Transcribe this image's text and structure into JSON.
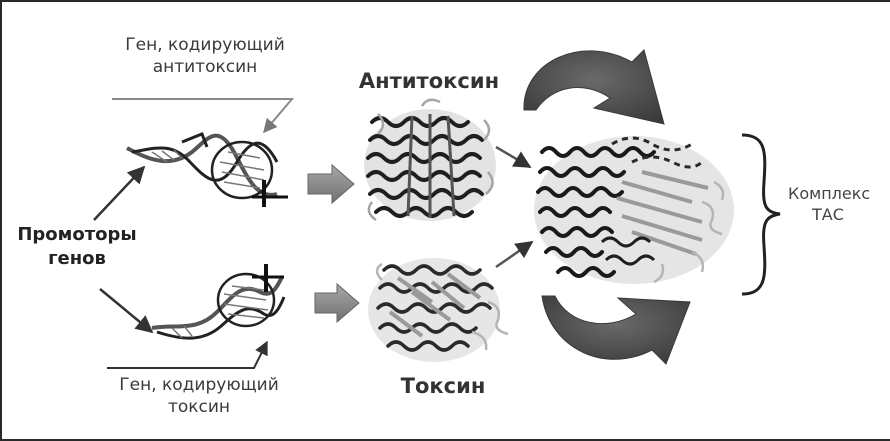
{
  "labels": {
    "gene_antitoxin": {
      "line1": "Ген, кодирующий",
      "line2": "антитоксин"
    },
    "gene_toxin": {
      "line1": "Ген, кодирующий",
      "line2": "токсин"
    },
    "antitoxin": "Антитоксин",
    "toxin": "Токсин",
    "promoters": {
      "line1": "Промоторы",
      "line2": "генов"
    },
    "complex": {
      "line1": "Комплекс",
      "line2": "ТАС"
    }
  },
  "colors": {
    "background": "#ffffff",
    "border": "#2a2a2a",
    "text": "#3a3a3a",
    "curved_arrow": "#4d4d4d",
    "block_arrow": "#8a8a8a",
    "protein_dark": "#1f1f1f",
    "protein_light": "#bdbdbd"
  }
}
